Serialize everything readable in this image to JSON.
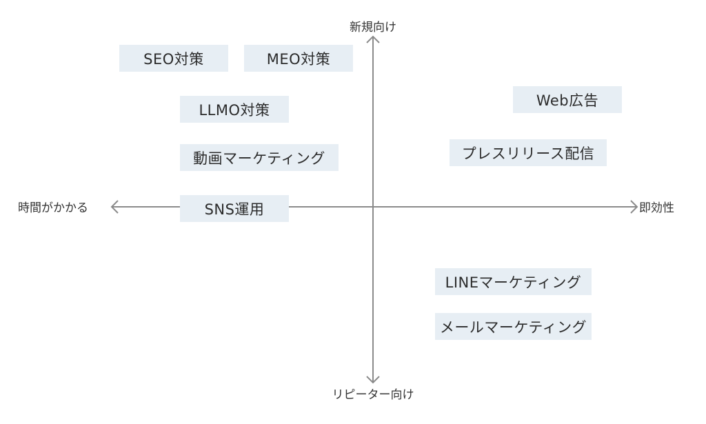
{
  "axes": {
    "top": "新規向け",
    "bottom": "リピーター向け",
    "left": "時間がかかる",
    "right": "即効性"
  },
  "items": {
    "seo": "SEO対策",
    "meo": "MEO対策",
    "llmo": "LLMO対策",
    "video": "動画マーケティング",
    "sns": "SNS運用",
    "web": "Web広告",
    "press": "プレスリリース配信",
    "line": "LINEマーケティング",
    "mail": "メールマーケティング"
  },
  "colors": {
    "axis": "#8a8a8a",
    "box_fill": "#e7eef4",
    "text": "#333333"
  }
}
